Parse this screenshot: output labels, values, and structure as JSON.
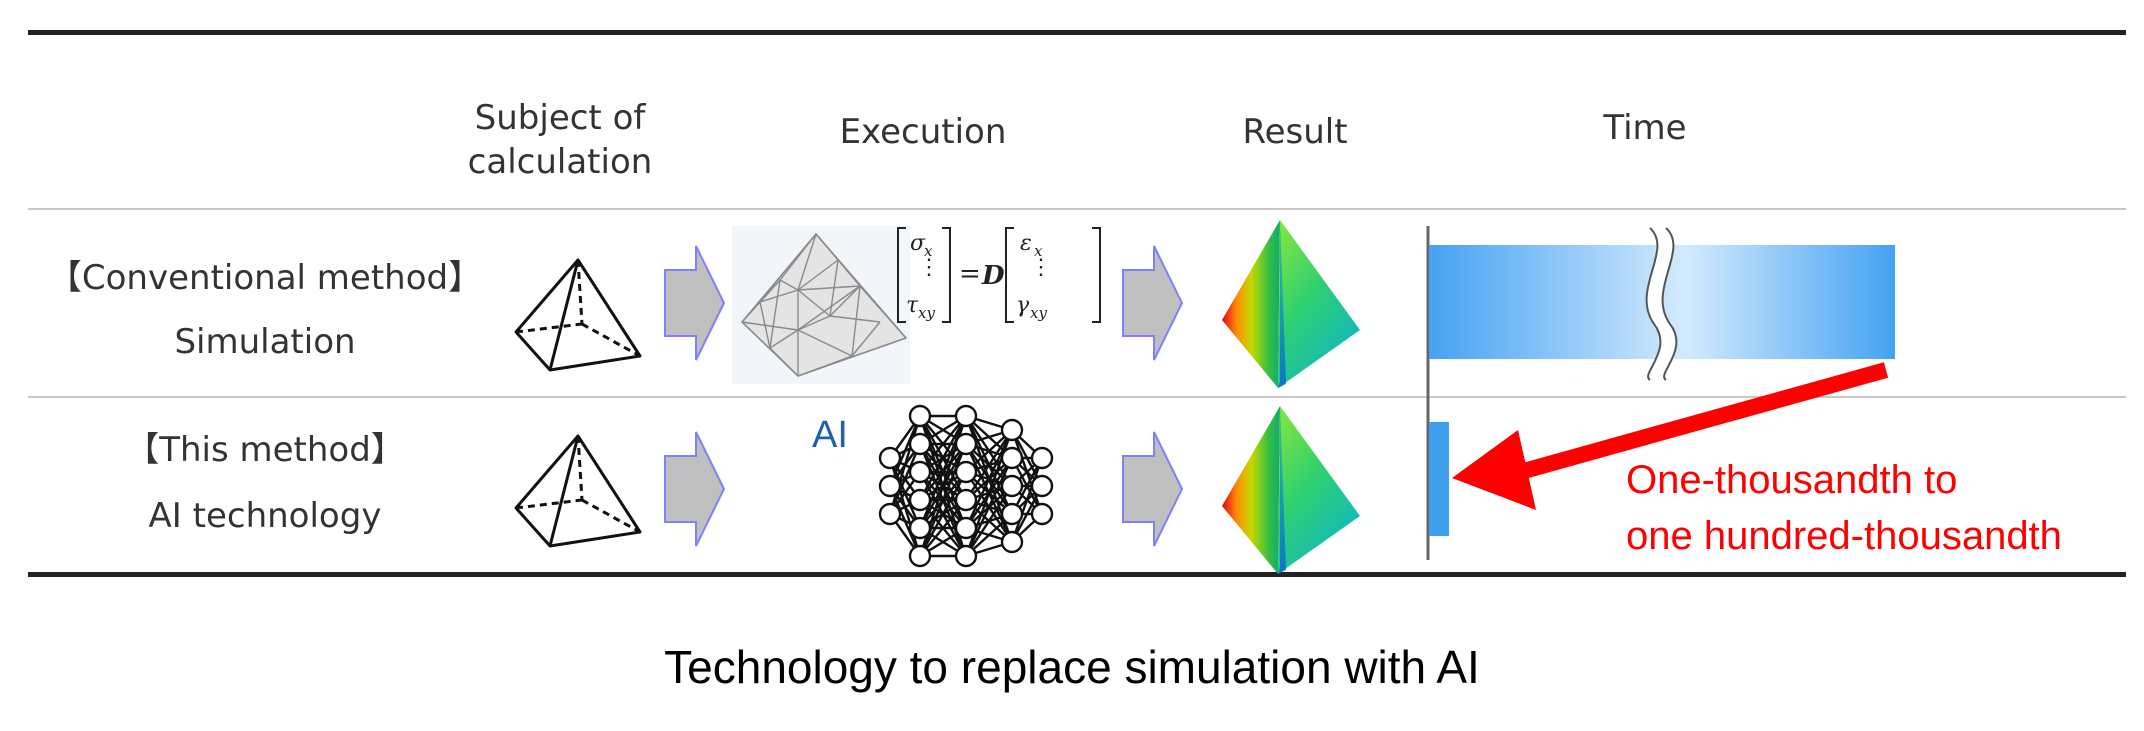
{
  "headers": {
    "subject": "Subject of calculation",
    "subject_line1": "Subject of",
    "subject_line2": "calculation",
    "execution": "Execution",
    "result": "Result",
    "time": "Time"
  },
  "rows": [
    {
      "label_line1": "【Conventional method】",
      "label_line2": "Simulation"
    },
    {
      "label_line1": "【This method】",
      "label_line2": "AI technology"
    }
  ],
  "execution": {
    "ai_label": "AI"
  },
  "time_comparison": {
    "note_line1": "One-thousandth to",
    "note_line2": "one hundred-thousandth",
    "note_color": "#ff0000"
  },
  "caption": "Technology to replace simulation with AI",
  "colors": {
    "bar_blue": "#3fa0f0",
    "arrow_gray": "#bfbfbf",
    "arrow_outline": "#8080ff",
    "ai_text": "#1f5fb0"
  }
}
